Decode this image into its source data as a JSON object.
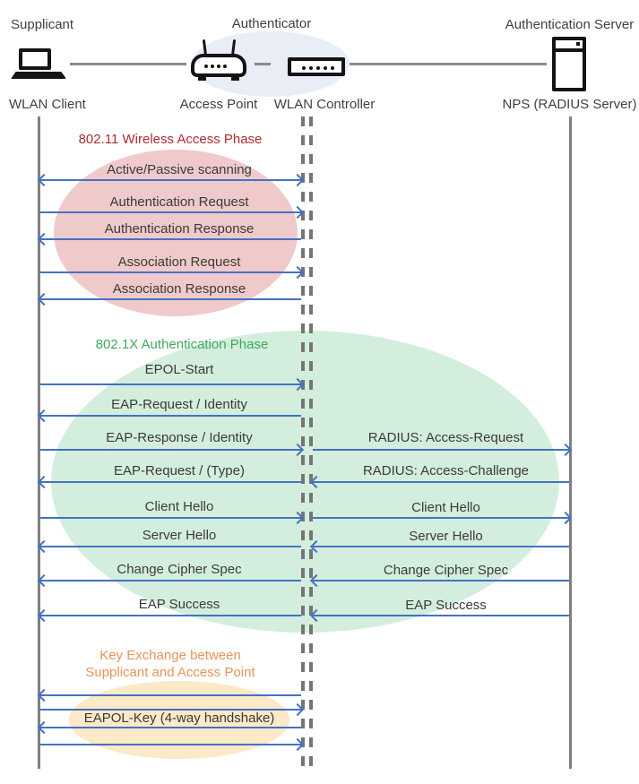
{
  "header": {
    "roles": {
      "supplicant": "Supplicant",
      "authenticator": "Authenticator",
      "server": "Authentication Server"
    },
    "nodes": {
      "client": "WLAN Client",
      "ap": "Access Point",
      "wlc": "WLAN Controller",
      "nps": "NPS (RADIUS Server)"
    }
  },
  "phases": {
    "p80211": {
      "title": "802.11 Wireless Access Phase",
      "color": "#b02b31",
      "fill": "#f0cacb"
    },
    "p8021x": {
      "title": "802.1X Authentication Phase",
      "color": "#3fa75f",
      "fill": "#d4eedd"
    },
    "keyx": {
      "line1": "Key Exchange between",
      "line2": "Supplicant and Access Point",
      "color": "#e8935a",
      "fill": "#fbe9c7"
    }
  },
  "left_messages": [
    {
      "label": "Active/Passive scanning",
      "dir": "both"
    },
    {
      "label": "Authentication Request",
      "dir": "right"
    },
    {
      "label": "Authentication Response",
      "dir": "left"
    },
    {
      "label": "Association Request",
      "dir": "right"
    },
    {
      "label": "Association Response",
      "dir": "left"
    },
    {
      "label": "EPOL-Start",
      "dir": "right"
    },
    {
      "label": "EAP-Request / Identity",
      "dir": "left"
    },
    {
      "label": "EAP-Response / Identity",
      "dir": "right"
    },
    {
      "label": "EAP-Request / (Type)",
      "dir": "left"
    },
    {
      "label": "Client Hello",
      "dir": "right"
    },
    {
      "label": "Server Hello",
      "dir": "left"
    },
    {
      "label": "Change Cipher Spec",
      "dir": "left"
    },
    {
      "label": "EAP Success",
      "dir": "left"
    },
    {
      "label": "EAPOL-Key (4-way handshake)",
      "dir": "left,right,left,right"
    }
  ],
  "right_messages": [
    {
      "label": "RADIUS: Access-Request",
      "dir": "right"
    },
    {
      "label": "RADIUS: Access-Challenge",
      "dir": "left"
    },
    {
      "label": "Client Hello",
      "dir": "right"
    },
    {
      "label": "Server Hello",
      "dir": "left"
    },
    {
      "label": "Change Cipher Spec",
      "dir": "left"
    },
    {
      "label": "EAP Success",
      "dir": "left"
    }
  ],
  "colors": {
    "arrow": "#4472c4",
    "lifeline": "#7f7f7f",
    "text": "#3a3a3a",
    "authenticator_ellipse": "#e9edf6"
  }
}
